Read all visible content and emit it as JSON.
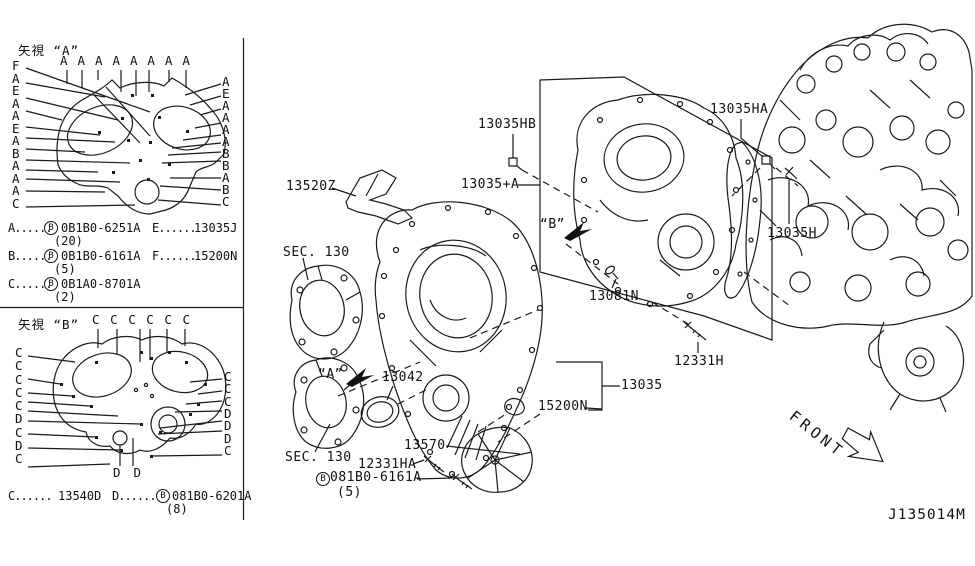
{
  "view_a": {
    "title": "矢視 “A”",
    "top_labels": [
      "A",
      "A",
      "A",
      "A",
      "A",
      "A",
      "A",
      "A"
    ],
    "left_labels": [
      "F",
      "A",
      "E",
      "A",
      "A",
      "E",
      "A",
      "B",
      "A",
      "A",
      "A",
      "C"
    ],
    "right_labels": [
      "A",
      "E",
      "A",
      "A",
      "A",
      "A",
      "B",
      "B",
      "A",
      "B",
      "C"
    ],
    "legend": [
      {
        "key": "A......",
        "bolt_circle": "B",
        "part": "0B1B0-6251A",
        "qty": "(20)",
        "key2": "E......",
        "part2": "13035J"
      },
      {
        "key": "B......",
        "bolt_circle": "B",
        "part": "0B1B0-6161A",
        "qty": "(5)",
        "key2": "F......",
        "part2": "15200N"
      },
      {
        "key": "C......",
        "bolt_circle": "B",
        "part": "0B1A0-8701A",
        "qty": "(2)",
        "key2": "",
        "part2": ""
      }
    ]
  },
  "view_b": {
    "title": "矢視 “B”",
    "top_labels": [
      "C",
      "C",
      "C",
      "C",
      "C",
      "C"
    ],
    "left_labels": [
      "C",
      "C",
      "C",
      "C",
      "C",
      "D",
      "C",
      "D",
      "C"
    ],
    "right_labels": [
      "C",
      "C",
      "C",
      "D",
      "D",
      "D",
      "C"
    ],
    "bottom_labels": [
      "D",
      "D"
    ],
    "legend": {
      "key1": "C......",
      "part1": "13540D",
      "key2": "D......",
      "bolt_circle": "B",
      "part2": "081B0-6201A",
      "qty2": "(8)"
    }
  },
  "callouts": {
    "chain_guide": "13520Z",
    "sec130_upper": "SEC. 130",
    "sec130_lower": "SEC. 130",
    "oil_seal": "13042",
    "tensioner": "13570",
    "bolt_12331ha": "12331HA",
    "bolt_b6161_circle": "B",
    "bolt_b6161": "081B0-6161A",
    "bolt_b6161_qty": "(5)",
    "hose": "15200N",
    "front_cover": "13035",
    "bolt_12331h": "12331H",
    "bolt_13081n": "13081N",
    "rear_cover": "13035+A",
    "bolt_13035hb": "13035HB",
    "bolt_13035ha": "13035HA",
    "bolt_13035h": "13035H",
    "view_marker_a": "“A”",
    "view_marker_b": "“B”"
  },
  "footer": {
    "front_label": "FRONT",
    "drawing_code": "J135014M"
  }
}
